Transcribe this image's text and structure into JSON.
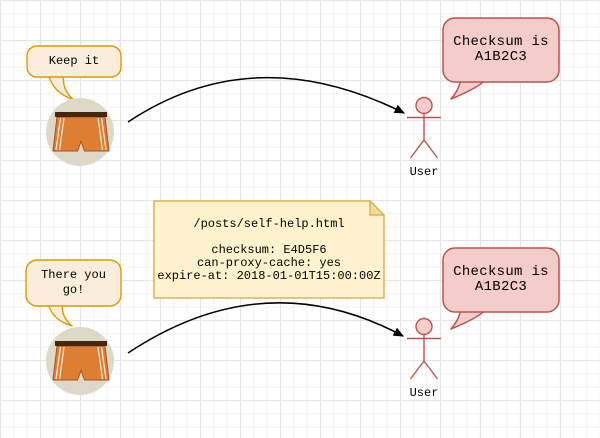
{
  "diagram_type": "cache-checksum-sequence-sketch",
  "bubbles": {
    "keep_it": "Keep it",
    "there_you_go": "There you go!",
    "checksum_top": "Checksum is A1B2C3",
    "checksum_bottom": "Checksum is A1B2C3"
  },
  "note": {
    "title": "/posts/self-help.html",
    "lines": [
      "checksum: E4D5F6",
      "can-proxy-cache: yes",
      "expire-at: 2018-01-01T15:00:00Z"
    ]
  },
  "actors": {
    "top": "User",
    "bottom": "User"
  },
  "icons": {
    "cache_node_top": "shorts-icon",
    "cache_node_bottom": "shorts-icon",
    "actor_top": "stick-figure-icon",
    "actor_bottom": "stick-figure-icon",
    "note_corner": "folded-corner-icon"
  },
  "colors": {
    "orange_bubble_fill": "#FBEDDC",
    "orange_bubble_stroke": "#D79B00",
    "pink_bubble_fill": "#F4CCCA",
    "pink_bubble_stroke": "#B85450",
    "note_fill": "#FFF2CC",
    "note_fold_fill": "#F0DB9B",
    "note_stroke": "#D6B656",
    "node_circle_fill": "#DDD8C8",
    "shorts_fill": "#DE7E33",
    "shorts_waistband": "#45260F",
    "actor_color": "#B85450",
    "actor_head_fill": "#F8CECC",
    "arrow_color": "#000000",
    "grid_minor": "#F2F2F2",
    "grid_major": "#E4E4E4"
  }
}
